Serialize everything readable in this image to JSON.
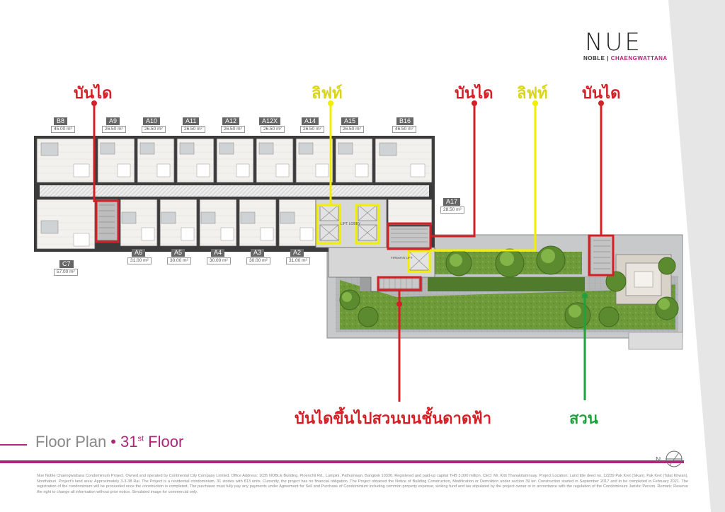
{
  "brand": {
    "logo": "NUE",
    "sub_primary": "NOBLE | ",
    "sub_accent": "CHAENGWATTANA"
  },
  "footer": {
    "title": "Floor Plan",
    "floor_number": "31",
    "floor_suffix": "st",
    "floor_word": "Floor",
    "disclaimer": "Nue Noble Chaengwattana Condominium Project. Owned and operated by Continental City Company Limited. Office Address: 1035 NOBLE Building, Ploenchit Rd., Lumpini, Pathumwan, Bangkok 10330. Registered and paid-up capital THB 3,000 million. CEO: Mr. Kitti Thanakitamnuay. Project Location: Land title deed no. 12239 Pak Kret (Sikan), Pak Kret (Talat Khwan), Nonthaburi. Project's land area: Approximately 3-3-38 Rai. The Project is a residential condominium, 31 stories with 813 units. Currently, the project has no financial obligation. The Project obtained the Notice of Building Construction, Modification or Demolition under section 39 ter. Construction started in September 2017 and to be completed in February 2021. The registration of the condominium will be proceeded once the construction is completed. The purchaser must fully pay any payments under Agreement for Sell and Purchase of Condominium including common property expense, sinking fund and tax stipulated by the project owner or in accordance with the regulation of the Condominium Juristic Person. Remark: Reserve the right to change all information without prior notice. Simulated image for commercial only."
  },
  "compass": {
    "label": "N"
  },
  "annotations": {
    "stair_left": "บันได",
    "lift_1": "ลิฟท์",
    "stair_mid": "บันได",
    "lift_2": "ลิฟท์",
    "stair_right": "บันได",
    "roof_stair": "บันไดขึ้นไปสวนบนชั้นดาดฟ้า",
    "garden": "สวน"
  },
  "plan_labels": {
    "lift_lobby": "LIFT LOBBY",
    "fireman_lift": "FIREMAN LIFT"
  },
  "colors": {
    "accent": "#b0247a",
    "annotation_red": "#d51f26",
    "annotation_yellow": "#f2ee00",
    "annotation_green": "#21a13c"
  },
  "units_top": [
    {
      "code": "B8",
      "area": "45.00 m²"
    },
    {
      "code": "A9",
      "area": "26.50 m²"
    },
    {
      "code": "A10",
      "area": "26.50 m²"
    },
    {
      "code": "A11",
      "area": "26.50 m²"
    },
    {
      "code": "A12",
      "area": "26.50 m²"
    },
    {
      "code": "A12X",
      "area": "26.50 m²"
    },
    {
      "code": "A14",
      "area": "26.50 m²"
    },
    {
      "code": "A15",
      "area": "26.50 m²"
    },
    {
      "code": "B16",
      "area": "46.50 m²"
    }
  ],
  "units_bottom": [
    {
      "code": "A6",
      "area": "31.00 m²"
    },
    {
      "code": "A5",
      "area": "30.00 m²"
    },
    {
      "code": "A4",
      "area": "30.00 m²"
    },
    {
      "code": "A3",
      "area": "30.00 m²"
    },
    {
      "code": "A2",
      "area": "31.00 m²"
    }
  ],
  "unit_c7": {
    "code": "C7",
    "area": "57.00 m²"
  },
  "unit_a17": {
    "code": "A17",
    "area": "28.50 m²"
  }
}
